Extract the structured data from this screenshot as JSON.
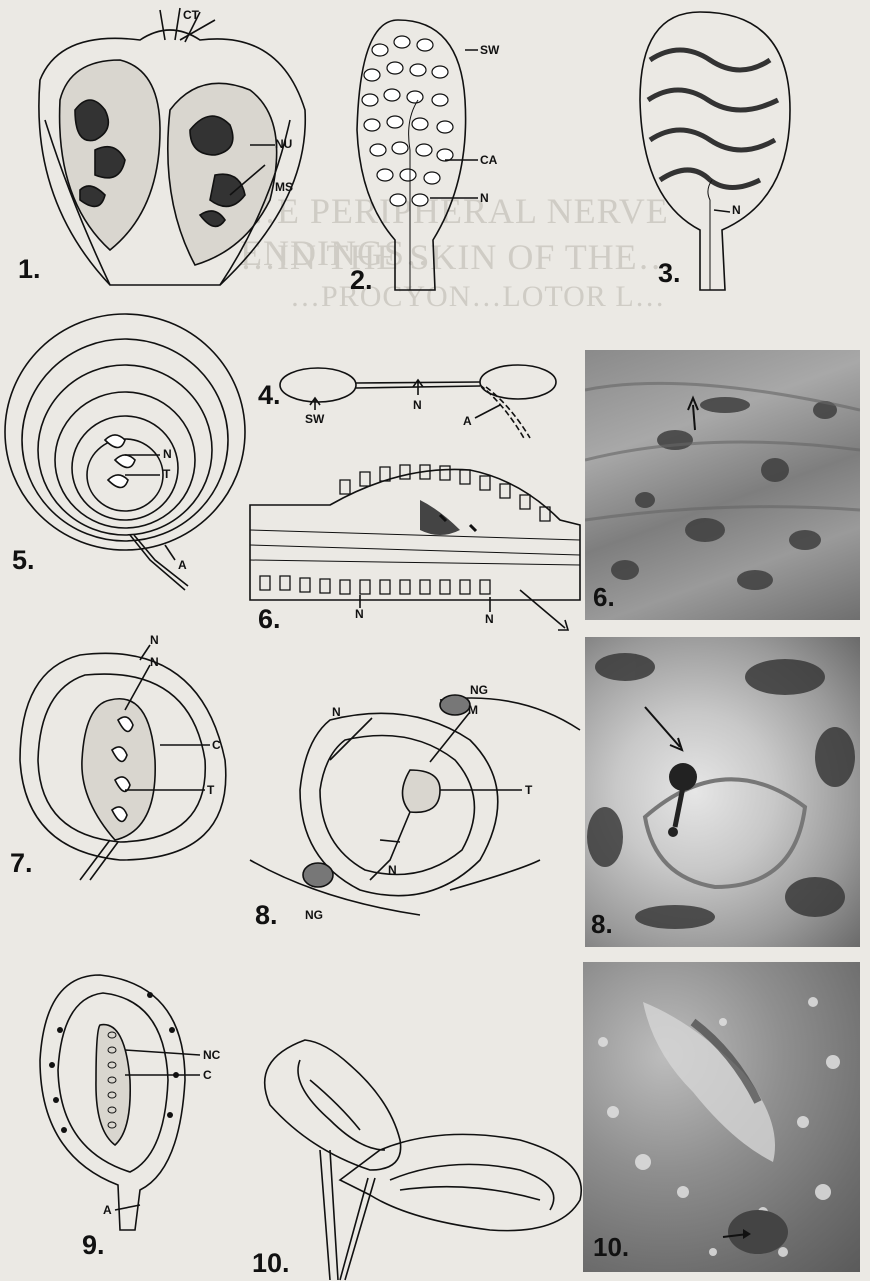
{
  "background_text": {
    "title_line_1": "…E PERIPHERAL NERVE ENDINGS…",
    "title_line_2": "…IN THE SKIN OF THE…",
    "title_line_3": "…PROCYON…LOTOR L…",
    "paragraph_1": "",
    "paragraph_2": ""
  },
  "figures": {
    "fig1": {
      "number": "1.",
      "labels": [
        "CT",
        "NU",
        "MS"
      ]
    },
    "fig2": {
      "number": "2.",
      "labels": [
        "SW",
        "CA",
        "N"
      ]
    },
    "fig3": {
      "number": "3.",
      "labels": [
        "N"
      ]
    },
    "fig4": {
      "number": "4.",
      "labels": [
        "N",
        "SW",
        "A"
      ]
    },
    "fig5": {
      "number": "5.",
      "labels": [
        "N",
        "T",
        "A"
      ]
    },
    "fig6": {
      "number": "6.",
      "labels": [
        "N",
        "N"
      ]
    },
    "fig7": {
      "number": "7.",
      "labels": [
        "N",
        "N",
        "C",
        "T"
      ]
    },
    "fig8": {
      "number": "8.",
      "labels": [
        "NG",
        "N",
        "M",
        "T",
        "N",
        "NG"
      ]
    },
    "fig9": {
      "number": "9.",
      "labels": [
        "NC",
        "C",
        "A"
      ]
    },
    "fig10": {
      "number": "10.",
      "labels": []
    }
  },
  "photos": {
    "photo6": {
      "number": "6."
    },
    "photo8": {
      "number": "8."
    },
    "photo10": {
      "number": "10."
    }
  },
  "colors": {
    "ink": "#111111",
    "paper": "#ebe9e4",
    "photo_dark": "#5a5a5a",
    "photo_light": "#cfcfcf"
  }
}
